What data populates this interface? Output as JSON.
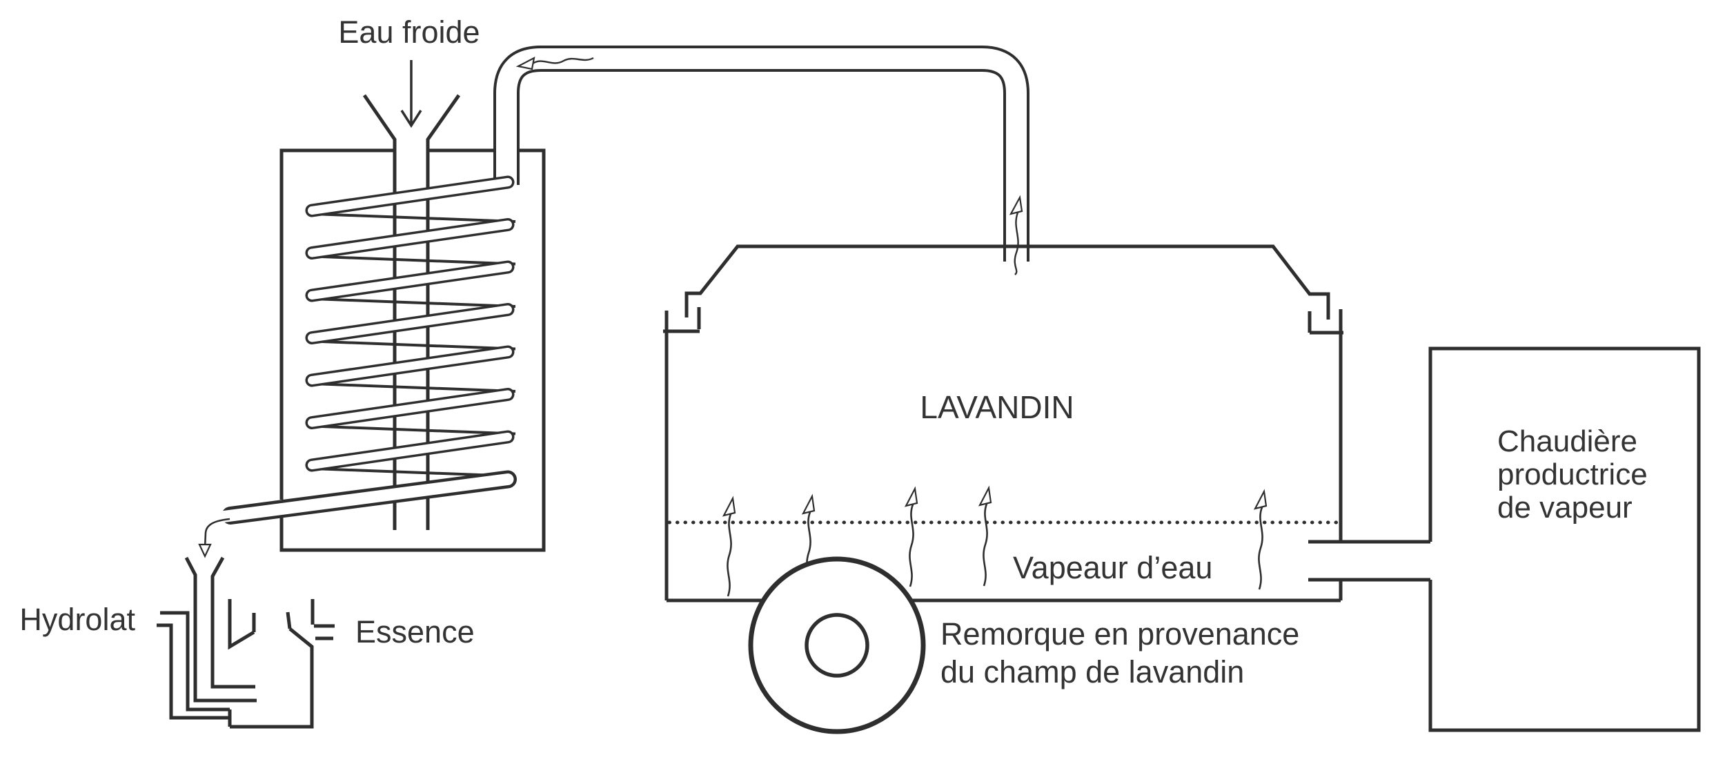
{
  "diagram": {
    "background": "#ffffff",
    "line_color": "#2e2e2e",
    "text_color": "#333333",
    "labels": {
      "cold_water": "Eau froide",
      "hydrolat": "Hydrolat",
      "essence": "Essence",
      "lavandin": "LAVANDIN",
      "water_vapor": "Vapeaur d’eau",
      "trailer_caption_line1": "Remorque en provenance",
      "trailer_caption_line2": "du champ de lavandin",
      "boiler_caption_line1": "Chaudière",
      "boiler_caption_line2": "productrice",
      "boiler_caption_line3": "de vapeur"
    }
  }
}
